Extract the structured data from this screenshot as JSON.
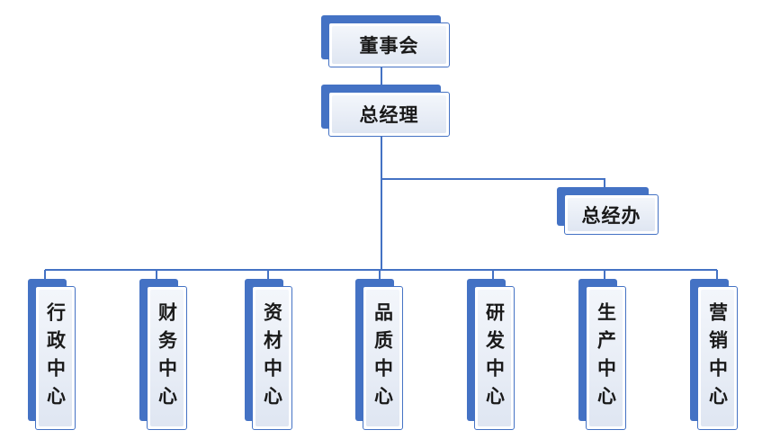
{
  "accent_color": "#4472c4",
  "org_chart": {
    "board": "董事会",
    "general_manager": "总经理",
    "gm_office": "总经办",
    "departments": [
      "行政中心",
      "财务中心",
      "资材中心",
      "品质中心",
      "研发中心",
      "生产中心",
      "营销中心"
    ]
  }
}
